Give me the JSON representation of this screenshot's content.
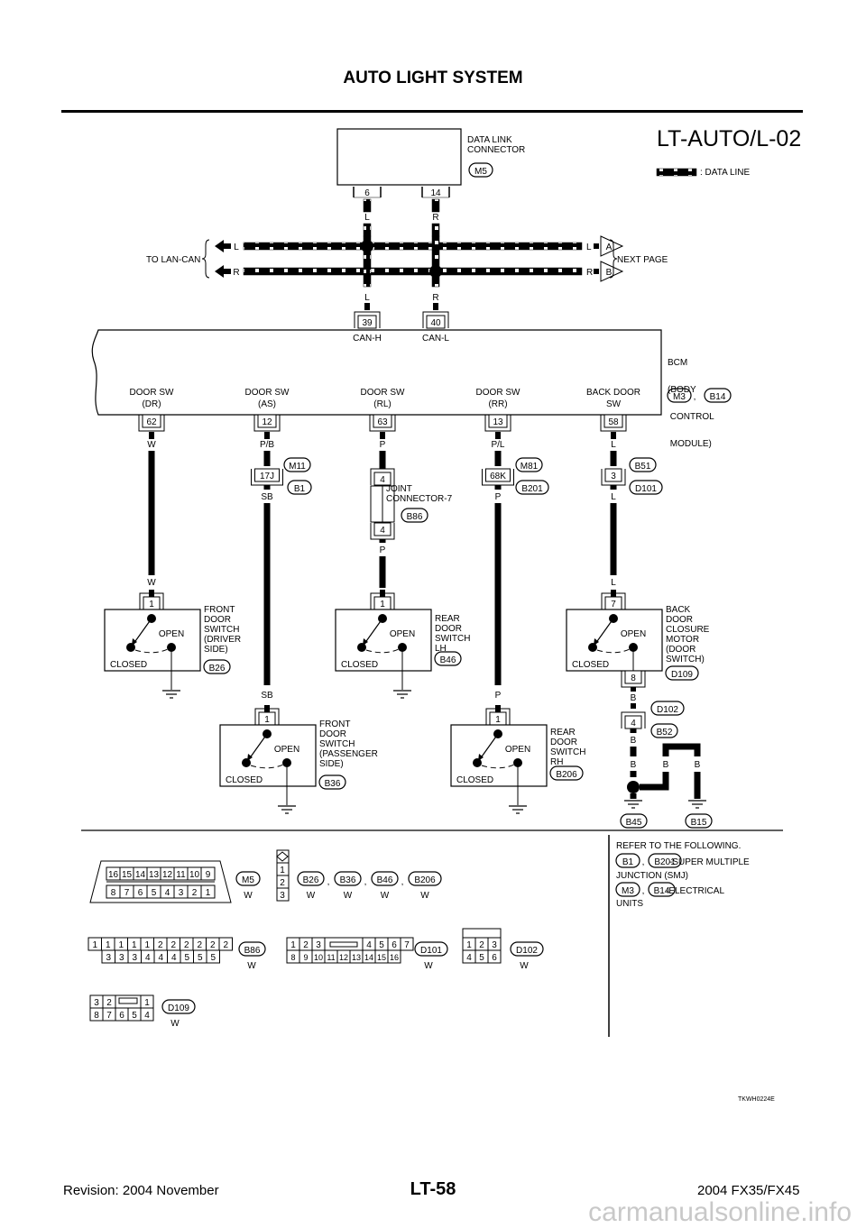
{
  "header": {
    "title": "AUTO LIGHT SYSTEM"
  },
  "diagram": {
    "code": "LT-AUTO/L-02",
    "legend": {
      "label": ": DATA LINE"
    },
    "dlc": {
      "name_lines": [
        "DATA LINK",
        "CONNECTOR"
      ],
      "connector": "M5",
      "pins": [
        "6",
        "14"
      ],
      "colors": [
        "L",
        "R"
      ]
    },
    "lan": {
      "left_label": "TO LAN-CAN",
      "right_label": "NEXT PAGE",
      "lines": [
        {
          "color": "L",
          "tag": "A"
        },
        {
          "color": "R",
          "tag": "B"
        }
      ]
    },
    "bcm": {
      "name_lines": [
        "BCM",
        "(BODY",
        " CONTROL",
        " MODULE)"
      ],
      "connectors": [
        "M3",
        "B14"
      ],
      "can_pins": [
        {
          "pin": "39",
          "label": "CAN-H",
          "color": "L"
        },
        {
          "pin": "40",
          "label": "CAN-L",
          "color": "R"
        }
      ],
      "outputs": [
        {
          "label1": "DOOR SW",
          "label2": "(DR)",
          "pin": "62",
          "color": "W"
        },
        {
          "label1": "DOOR SW",
          "label2": "(AS)",
          "pin": "12",
          "color": "P/B"
        },
        {
          "label1": "DOOR SW",
          "label2": "(RL)",
          "pin": "63",
          "color": "P"
        },
        {
          "label1": "DOOR SW",
          "label2": "(RR)",
          "pin": "13",
          "color": "P/L"
        },
        {
          "label1": "BACK DOOR",
          "label2": "SW",
          "pin": "58",
          "color": "L"
        }
      ]
    },
    "inline": [
      {
        "pin": "17J",
        "top_conn": "M11",
        "bottom_conn": "B1",
        "color_out": "SB"
      },
      {
        "pin": "68K",
        "top_conn": "M81",
        "bottom_conn": "B201",
        "color_out": "P"
      },
      {
        "pin": "3",
        "top_conn": "B51",
        "bottom_conn": "D101",
        "color_out": "L"
      }
    ],
    "joint": {
      "name_lines": [
        "JOINT",
        "CONNECTOR-7"
      ],
      "connector": "B86",
      "pin_top": "4",
      "pin_bottom": "4",
      "color_out": "P"
    },
    "switches": [
      {
        "pin": "1",
        "wire": "W",
        "name_lines": [
          "FRONT",
          "DOOR",
          "SWITCH",
          "(DRIVER",
          " SIDE)"
        ],
        "connector": "B26",
        "open": "OPEN",
        "closed": "CLOSED"
      },
      {
        "pin": "1",
        "wire": "P",
        "name_lines": [
          "REAR",
          "DOOR",
          "SWITCH",
          "LH"
        ],
        "connector": "B46",
        "open": "OPEN",
        "closed": "CLOSED"
      },
      {
        "pin": "7",
        "wire": "L",
        "name_lines": [
          "BACK",
          "DOOR",
          "CLOSURE",
          "MOTOR",
          "(DOOR",
          " SWITCH)"
        ],
        "connector": "D109",
        "open": "OPEN",
        "closed": "CLOSED",
        "pin_out": "8"
      },
      {
        "pin": "1",
        "wire": "SB",
        "name_lines": [
          "FRONT",
          "DOOR",
          "SWITCH",
          "(PASSENGER",
          " SIDE)"
        ],
        "connector": "B36",
        "open": "OPEN",
        "closed": "CLOSED"
      },
      {
        "pin": "1",
        "wire": "P",
        "name_lines": [
          "REAR",
          "DOOR",
          "SWITCH",
          "RH"
        ],
        "connector": "B206",
        "open": "OPEN",
        "closed": "CLOSED"
      }
    ],
    "ground": {
      "wire_colors": [
        "B",
        "B",
        "B",
        "B"
      ],
      "mid_pin": "4",
      "mid_conn_top": "D102",
      "mid_conn_bottom": "B52",
      "grounds": [
        "B45",
        "B15"
      ]
    },
    "connector_views": {
      "m5": {
        "top": [
          "16",
          "15",
          "14",
          "13",
          "12",
          "11",
          "10",
          "9"
        ],
        "bottom": [
          "8",
          "7",
          "6",
          "5",
          "4",
          "3",
          "2",
          "1"
        ],
        "name": "M5",
        "color": "W"
      },
      "sw": {
        "pins": [
          "1",
          "2",
          "3"
        ],
        "names": [
          "B26",
          "B36",
          "B46",
          "B206"
        ],
        "color": "W"
      },
      "b86": {
        "top": [
          "1",
          "1",
          "1",
          "1",
          "1",
          "2",
          "2",
          "2",
          "2",
          "2",
          "2"
        ],
        "bottom": [
          "3",
          "3",
          "3",
          "4",
          "4",
          "4",
          "5",
          "5",
          "5"
        ],
        "name": "B86",
        "color": "W"
      },
      "d101": {
        "top": [
          "1",
          "2",
          "3",
          "4",
          "5",
          "6",
          "7"
        ],
        "bottom": [
          "8",
          "9",
          "10",
          "11",
          "12",
          "13",
          "14",
          "15",
          "16"
        ],
        "name": "D101",
        "color": "W"
      },
      "d102": {
        "top": [
          "1",
          "2",
          "3"
        ],
        "bottom": [
          "4",
          "5",
          "6"
        ],
        "name": "D102",
        "color": "W"
      },
      "d109": {
        "top": [
          "3",
          "2",
          "1"
        ],
        "bottom": [
          "8",
          "7",
          "6",
          "5",
          "4"
        ],
        "name": "D109",
        "color": "W"
      }
    },
    "refer": {
      "title": "REFER TO THE FOLLOWING.",
      "line1_conns": [
        "B1",
        "B201"
      ],
      "line1_text": "-SUPER MULTIPLE",
      "line1_cont": "JUNCTION (SMJ)",
      "line2_conns": [
        "M3",
        "B14"
      ],
      "line2_text": "-ELECTRICAL",
      "line2_cont": "UNITS"
    },
    "figure_code": "TKWH0224E"
  },
  "footer": {
    "revision": "Revision: 2004 November",
    "page": "LT-58",
    "model": "2004 FX35/FX45",
    "watermark": "carmanualsonline.info"
  }
}
